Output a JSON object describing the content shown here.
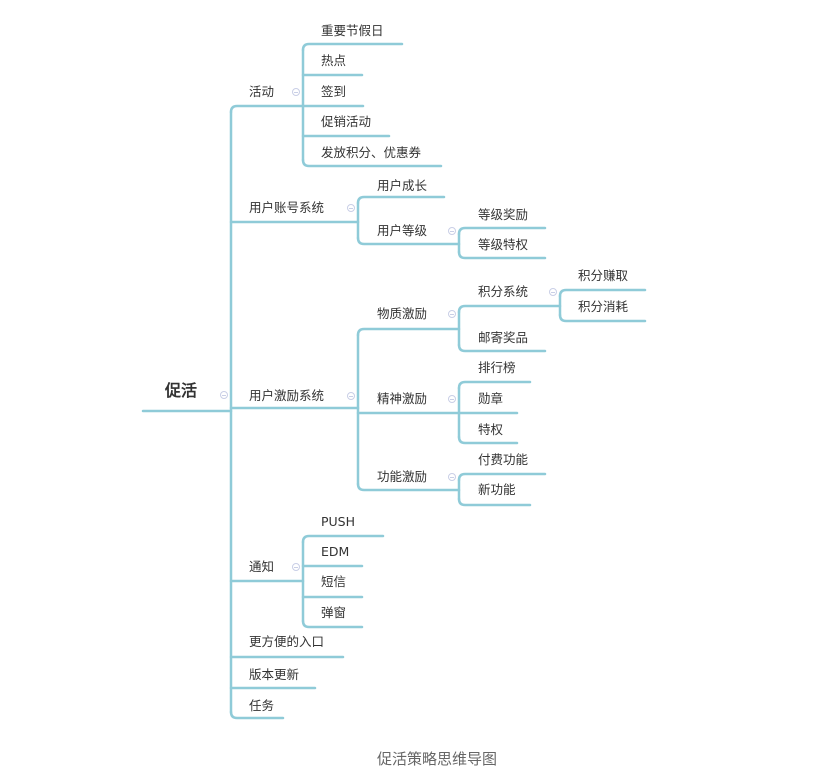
{
  "root": "促活",
  "activity": {
    "label": "活动",
    "children": [
      "重要节假日",
      "热点",
      "签到",
      "促销活动",
      "发放积分、优惠券"
    ]
  },
  "account": {
    "label": "用户账号系统",
    "growth": "用户成长",
    "level": {
      "label": "用户等级",
      "children": [
        "等级奖励",
        "等级特权"
      ]
    }
  },
  "incentive": {
    "label": "用户激励系统",
    "material": {
      "label": "物质激励",
      "points": {
        "label": "积分系统",
        "children": [
          "积分赚取",
          "积分消耗"
        ]
      },
      "mail": "邮寄奖品"
    },
    "spirit": {
      "label": "精神激励",
      "children": [
        "排行榜",
        "勋章",
        "特权"
      ]
    },
    "feature": {
      "label": "功能激励",
      "children": [
        "付费功能",
        "新功能"
      ]
    }
  },
  "notify": {
    "label": "通知",
    "children": [
      "PUSH",
      "EDM",
      "短信",
      "弹窗"
    ]
  },
  "others": [
    "更方便的入口",
    "版本更新",
    "任务"
  ],
  "caption": "促活策略思维导图",
  "colors": {
    "branch": "#8fcbd8",
    "toggle": "#c9cfe6"
  }
}
